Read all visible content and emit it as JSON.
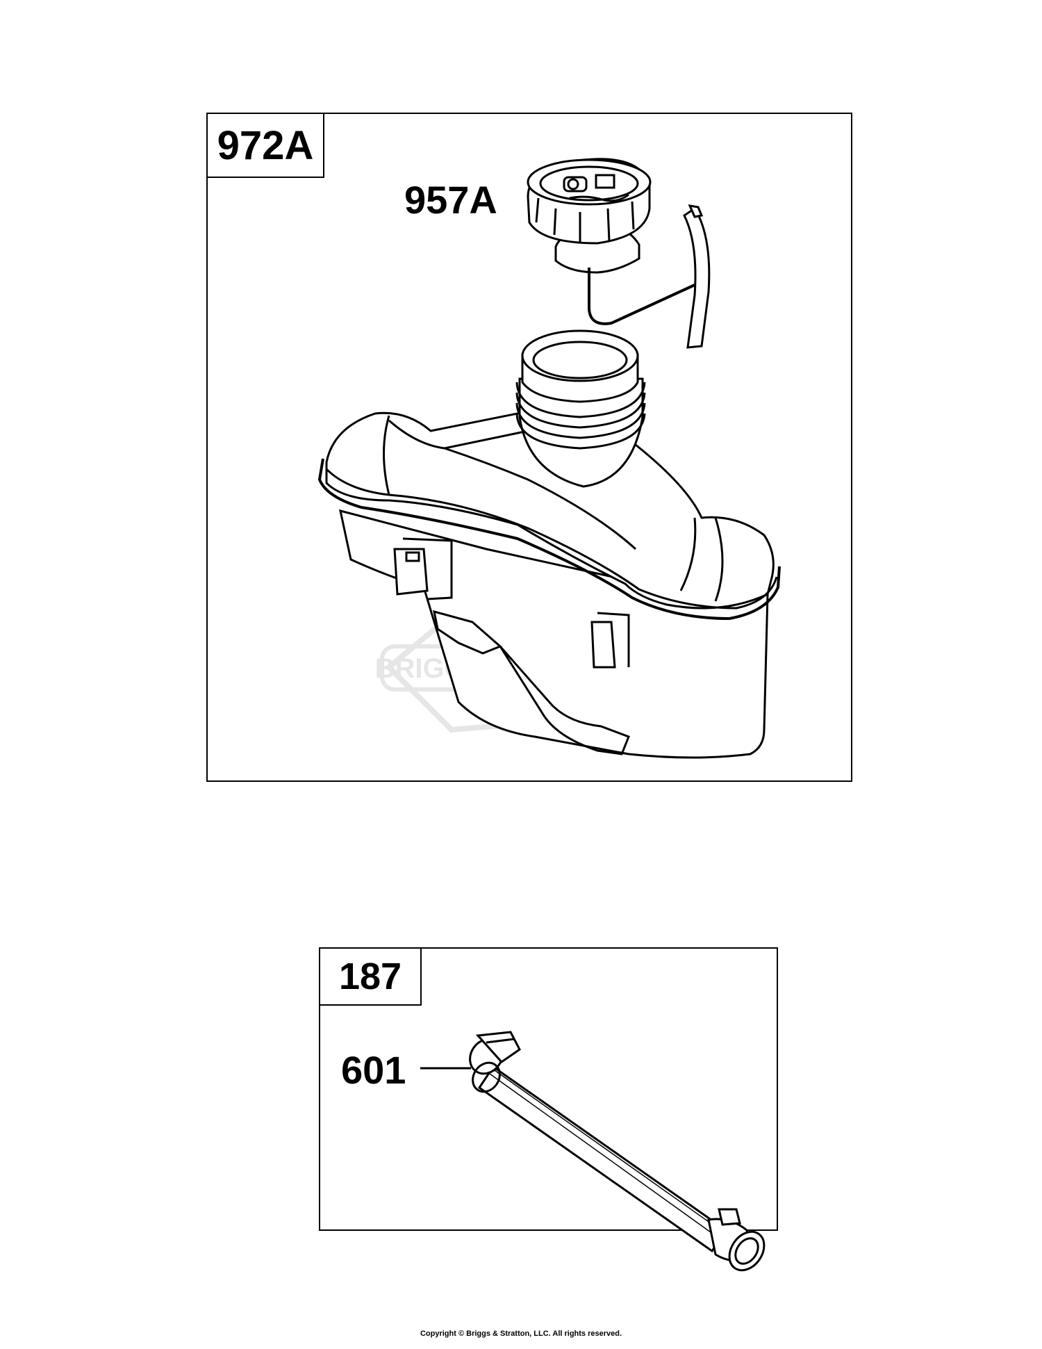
{
  "panels": [
    {
      "kit_number": "972A",
      "parts": [
        {
          "number": "957A"
        }
      ]
    },
    {
      "kit_number": "187",
      "parts": [
        {
          "number": "601"
        }
      ]
    }
  ],
  "watermark": {
    "logo_text": "BRIGGS&STRATTON"
  },
  "footer": {
    "copyright": "Copyright © Briggs & Stratton, LLC. All rights reserved."
  }
}
